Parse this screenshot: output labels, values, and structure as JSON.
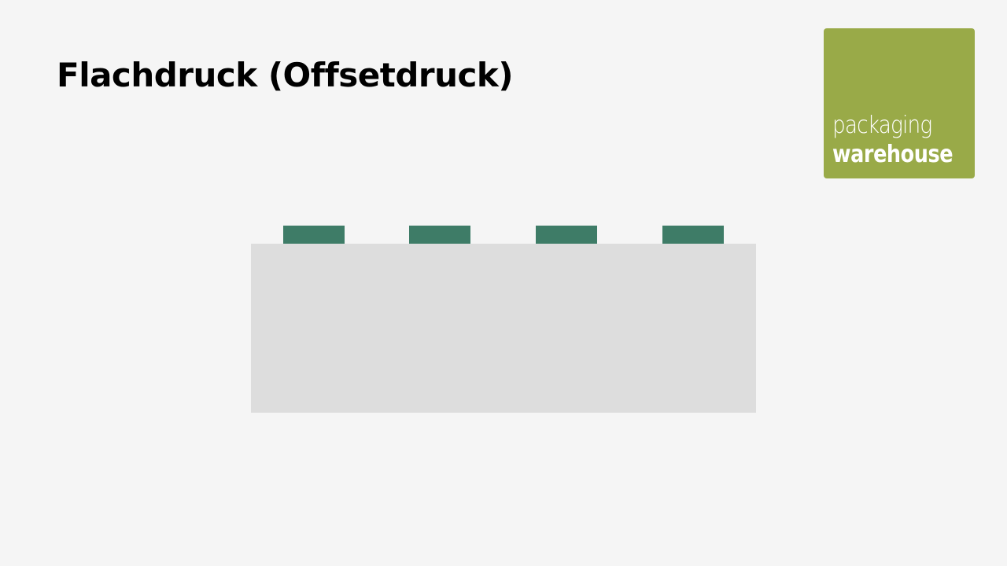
{
  "title": "Flachdruck (Offsetdruck)",
  "logo": {
    "line1": "packaging",
    "line2": "warehouse",
    "background_color": "#99aa48",
    "text_color": "#ffffff"
  },
  "diagram": {
    "plate_color": "#dddddd",
    "ink_color": "#3e7c67",
    "ink_areas": 4
  }
}
